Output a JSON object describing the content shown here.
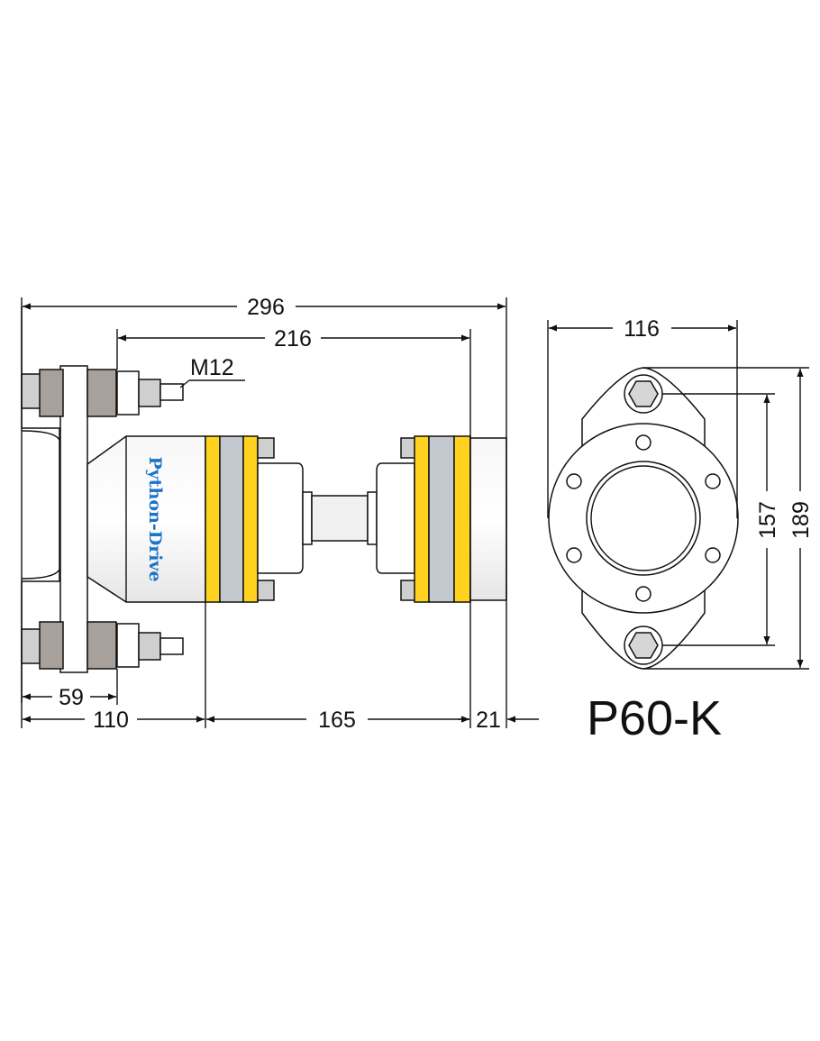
{
  "model": "P60-K",
  "brand": "Python-Drive",
  "thread": "M12",
  "dimensions": {
    "overall_length": "296",
    "body_length": "216",
    "mount_offset": "59",
    "mount_section": "110",
    "middle_section": "165",
    "end_section": "21",
    "flange_width": "116",
    "bolt_spacing": "157",
    "flange_height": "189"
  },
  "colors": {
    "yellow_ring": "#ffd21f",
    "grey_ring": "#c4c9cf",
    "bushing": "#a8a09b",
    "brand_text": "#1a73c8"
  }
}
